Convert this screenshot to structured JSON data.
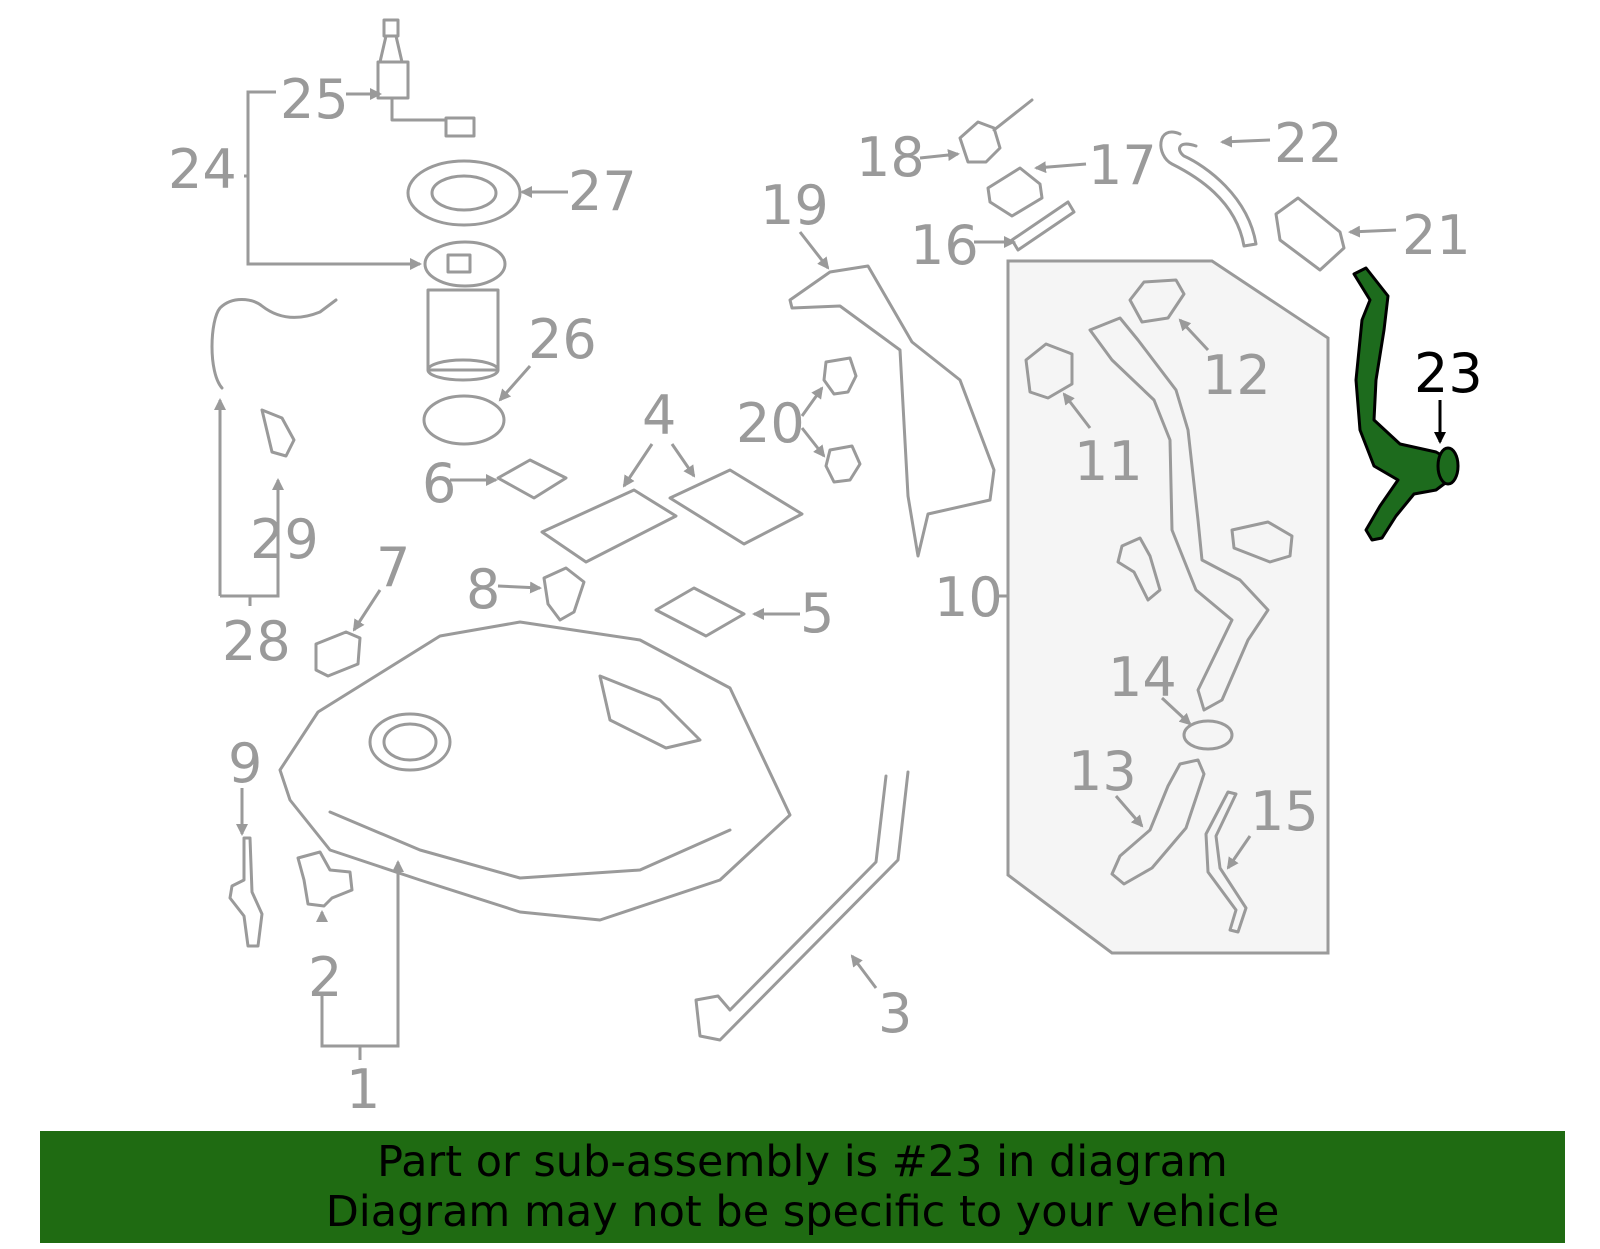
{
  "callouts": {
    "c1": "1",
    "c2": "2",
    "c3": "3",
    "c4": "4",
    "c5": "5",
    "c6": "6",
    "c7": "7",
    "c8": "8",
    "c9": "9",
    "c10": "10",
    "c11": "11",
    "c12": "12",
    "c13": "13",
    "c14": "14",
    "c15": "15",
    "c16": "16",
    "c17": "17",
    "c18": "18",
    "c19": "19",
    "c20": "20",
    "c21": "21",
    "c22": "22",
    "c23": "23",
    "c24": "24",
    "c25": "25",
    "c26": "26",
    "c27": "27",
    "c28": "28",
    "c29": "29"
  },
  "highlighted_part": "23",
  "banner": {
    "line1": "Part or sub-assembly is #23 in diagram",
    "line2": "Diagram may not be specific to your vehicle"
  },
  "colors": {
    "line_art": "#9a9a9a",
    "highlight_part": "#1d6b1d",
    "banner_bg": "#1f6b12",
    "banner_text": "#000000"
  }
}
